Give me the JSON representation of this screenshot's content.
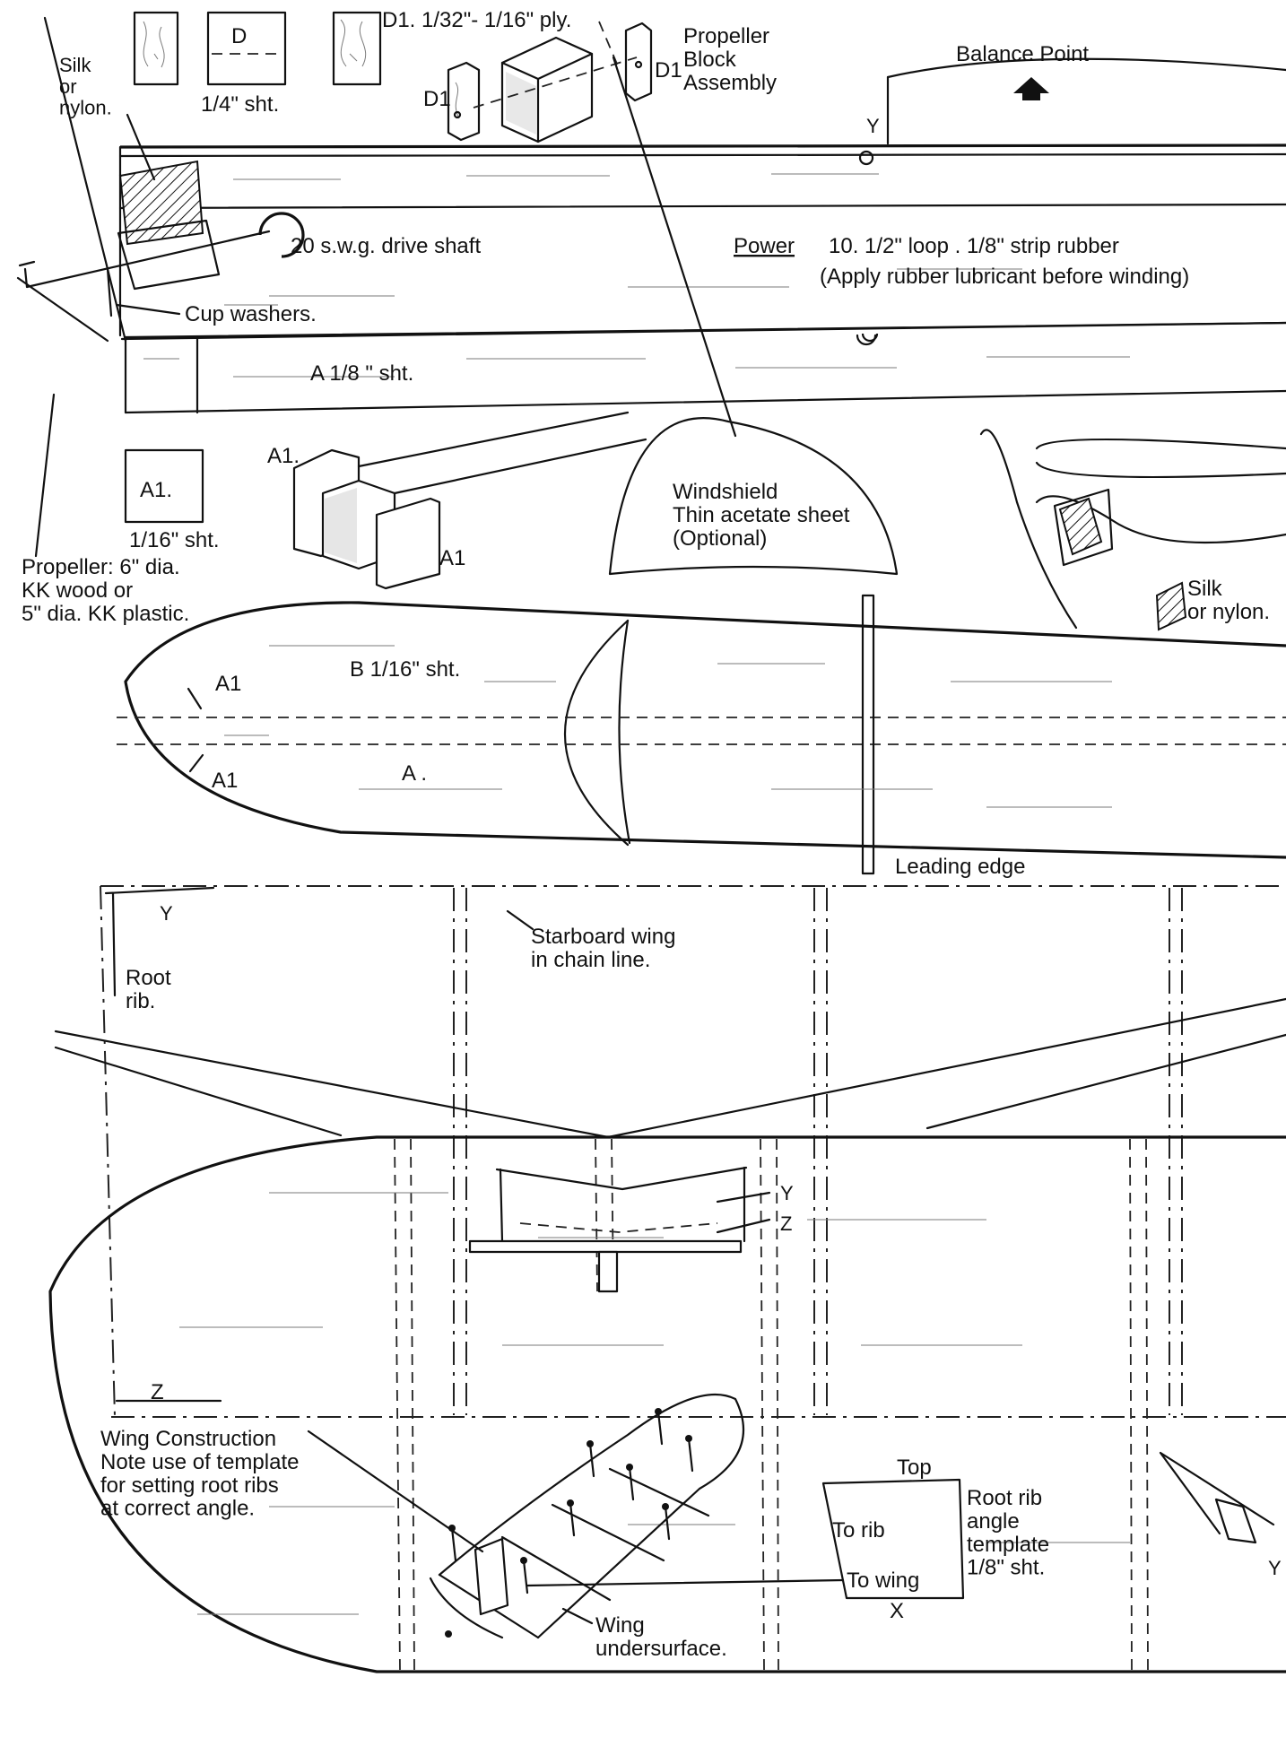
{
  "labels": {
    "silk_or_nylon_1": "Silk\nor\nnylon.",
    "d": "D",
    "d_sheet": "1/4\" sht.",
    "d1_ply": "D1. 1/32\"- 1/16\" ply.",
    "d1_left": "D1",
    "d1_right": "D1",
    "prop_block": "Propeller\nBlock\nAssembly",
    "balance_point": "Balance Point",
    "y_top": "Y",
    "drive_shaft": "20 s.w.g. drive shaft",
    "power": "Power",
    "power_spec": "10. 1/2\" loop . 1/8\" strip rubber",
    "lubricant": "(Apply rubber lubricant before winding)",
    "cup_washers": "Cup washers.",
    "a_sheet": "A 1/8 \" sht.",
    "a1_top": "A1.",
    "a1_box": "A1.",
    "a1_box_sheet": "1/16\" sht.",
    "a1_piece": "A1",
    "windshield": "Windshield\nThin acetate sheet\n(Optional)",
    "propeller": "Propeller: 6\" dia.\nKK wood  or\n5\" dia. KK plastic.",
    "silk_or_nylon_2": "Silk\nor nylon.",
    "b_sheet": "B 1/16\" sht.",
    "a1_upper": "A1",
    "a1_lower": "A1",
    "a_dot": "A .",
    "leading_edge": "Leading  edge",
    "y_wing": "Y",
    "starboard": "Starboard  wing\nin chain  line.",
    "root_rib": "Root\nrib.",
    "y_mid": "Y",
    "z_mid": "Z",
    "z_low": "Z",
    "wing_construction": "Wing  Construction\nNote  use  of  template\nfor  setting  root  ribs\nat  correct  angle.",
    "top": "Top",
    "to_rib": "To rib",
    "to_wing": "To  wing",
    "x": "X",
    "root_rib_template": "Root  rib\nangle\ntemplate\n1/8\" sht.",
    "wing_undersurface": "Wing\nundersurface.",
    "y_right": "Y"
  }
}
